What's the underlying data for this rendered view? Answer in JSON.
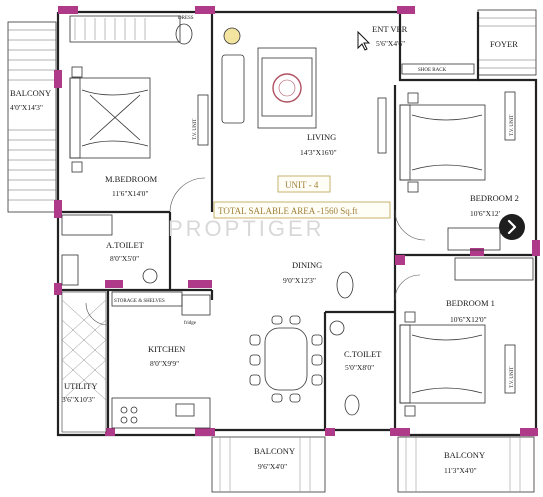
{
  "rooms": {
    "balcony_left": {
      "name": "BALCONY",
      "dim": "4'0\"X14'3\""
    },
    "master_bedroom": {
      "name": "M.BEDROOM",
      "dim": "11'6\"X14'0\""
    },
    "dress": {
      "name": "DRESS"
    },
    "living": {
      "name": "LIVING",
      "dim": "14'3\"X16'0\""
    },
    "ent_ver": {
      "name": "ENT VER",
      "dim": "5'6\"X4'6\""
    },
    "foyer": {
      "name": "FOYER"
    },
    "shoe_rack": {
      "name": "SHOE RACK"
    },
    "bedroom2": {
      "name": "BEDROOM 2",
      "dim": "10'6\"X12'"
    },
    "a_toilet": {
      "name": "A.TOILET",
      "dim": "8'0\"X5'0\""
    },
    "dining": {
      "name": "DINING",
      "dim": "9'0\"X12'3\""
    },
    "bedroom1": {
      "name": "BEDROOM 1",
      "dim": "10'6\"X12'0\""
    },
    "storage": {
      "name": "STORAGE & SHELVES"
    },
    "fridge": {
      "name": "fridge"
    },
    "kitchen": {
      "name": "KITCHEN",
      "dim": "8'0\"X9'9\""
    },
    "c_toilet": {
      "name": "C.TOILET",
      "dim": "5'0\"X8'0\""
    },
    "utility": {
      "name": "UTILITY",
      "dim": "3'6\"X10'3\""
    },
    "balcony_bottom_mid": {
      "name": "BALCONY",
      "dim": "9'6\"X4'0\""
    },
    "balcony_bottom_right": {
      "name": "BALCONY",
      "dim": "11'3\"X4'0\""
    },
    "tv_label": "T.V. UNIT"
  },
  "unit_label": "UNIT - 4",
  "area_label": "TOTAL SALABLE AREA -1560 Sq.ft",
  "watermark": "PROPTIGER",
  "colors": {
    "wall": "#222222",
    "column": "#b03a8a",
    "accent": "#a0813a"
  },
  "icons": {
    "next": "chevron-right-icon",
    "cursor": "mouse-pointer-icon"
  }
}
